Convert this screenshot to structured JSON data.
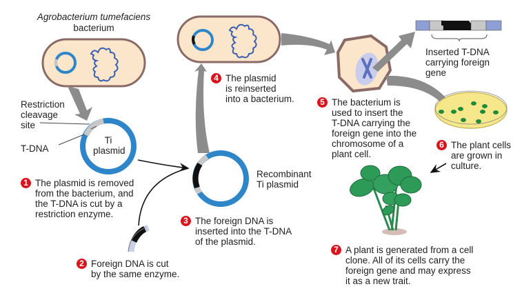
{
  "labels": {
    "species": "Agrobacterium tumefaciens",
    "bacterium": "bacterium",
    "restriction_site": "Restriction\ncleavage\nsite",
    "tdna": "T-DNA",
    "ti_plasmid": "Ti\nplasmid",
    "recombinant": "Recombinant\nTi plasmid",
    "inserted_tdna": "Inserted T-DNA\ncarrying foreign\ngene"
  },
  "steps": [
    {
      "number": "1",
      "text": "The plasmid is removed\nfrom the bacterium, and\nthe T-DNA is cut by a\nrestriction enzyme."
    },
    {
      "number": "2",
      "text": "Foreign DNA is cut\nby the same enzyme."
    },
    {
      "number": "3",
      "text": "The foreign DNA is\ninserted into the T-DNA\nof the plasmid."
    },
    {
      "number": "4",
      "text": "The plasmid\nis reinserted\ninto a bacterium."
    },
    {
      "number": "5",
      "text": "The bacterium is\nused to insert the\nT-DNA carrying the\nforeign gene into the\nchromosome of a\nplant cell."
    },
    {
      "number": "6",
      "text": "The plant cells\nare grown in\nculture."
    },
    {
      "number": "7",
      "text": "A plant is generated from a cell\nclone. All of its cells carry the\nforeign gene and may express\nit as a new trait."
    }
  ],
  "colors": {
    "plasmid_blue": "#2e86c8",
    "cell_fill": "#fbe6cc",
    "cell_border": "#8a6a66",
    "dna_coil": "#3b5fb0",
    "arrow_gray": "#8c8c8c",
    "badge_red": "#d9141c",
    "tdna_gray": "#c8c8c8",
    "foreign_black": "#111111",
    "chromosome": "#8e9fd6",
    "dish_yellow": "#f6e88a",
    "colony_green": "#1f8a3a",
    "leaf_green": "#2e9a58"
  }
}
